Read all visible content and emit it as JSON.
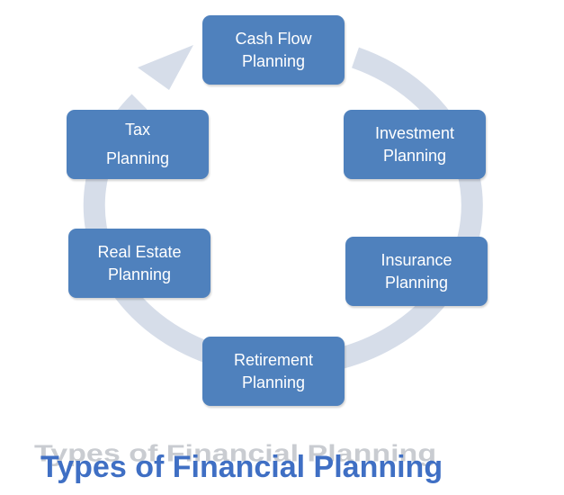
{
  "diagram": {
    "title": "Types of Financial Planning",
    "nodes": [
      {
        "id": "cash-flow",
        "lines": [
          "Cash Flow",
          "Planning"
        ]
      },
      {
        "id": "investment",
        "lines": [
          "Investment",
          "Planning"
        ]
      },
      {
        "id": "insurance",
        "lines": [
          "Insurance",
          "Planning"
        ]
      },
      {
        "id": "retirement",
        "lines": [
          "Retirement",
          "Planning"
        ]
      },
      {
        "id": "real-estate",
        "lines": [
          "Real Estate",
          "Planning"
        ]
      },
      {
        "id": "tax",
        "lines": [
          "Tax",
          "Planning"
        ]
      }
    ]
  },
  "colors": {
    "node_fill": "#4f81bd",
    "node_text": "#ffffff",
    "ring": "#d6dde9",
    "title": "#3f6fc4",
    "title_shadow": "#c9ccd1"
  }
}
